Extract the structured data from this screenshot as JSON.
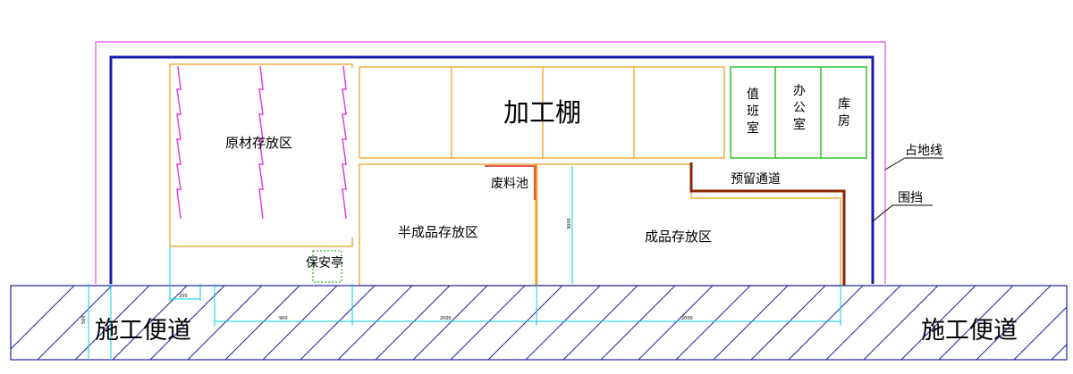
{
  "labels": {
    "processing_shed": "加工棚",
    "raw_material_area": "原材存放区",
    "semi_finished_area": "半成品存放区",
    "finished_area": "成品存放区",
    "waste_pool": "废料池",
    "guard_booth": "保安亭",
    "reserved_passage": "预留通道",
    "duty_room": [
      "值",
      "班",
      "室"
    ],
    "office": [
      "办",
      "公",
      "室"
    ],
    "warehouse": [
      "库",
      "房"
    ],
    "site_boundary": "占地线",
    "enclosure": "围挡",
    "road_left": "施工便道",
    "road_right": "施工便道"
  },
  "dimensions": {
    "d_left_small": "200",
    "d_vertical_small": "500",
    "d_raw": "900",
    "d_semi": "2000",
    "d_finished": "2000",
    "d_passage_height": "3000"
  },
  "colors": {
    "site_boundary": "#e050e0",
    "enclosure": "#1a1ab0",
    "zone": "#f0b040",
    "rooms": "#30c030",
    "passage": "#8b2500",
    "waste": "#e02020",
    "rebar": "#e040e0",
    "dimension": "#00d0e0",
    "road_hatch": "#2020a0",
    "guard": "#30b030"
  }
}
